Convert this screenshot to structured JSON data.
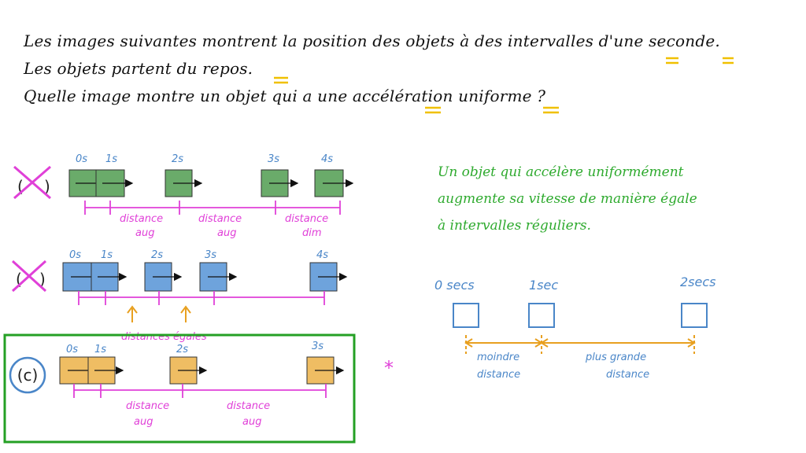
{
  "question": {
    "line1": "Les images suivantes montrent la position des objets à des intervalles d'une seconde.",
    "line2": "Les objets partent du repos.",
    "line3": "Quelle image montre un objet qui a une accélération uniforme ?"
  },
  "colors": {
    "green_fill": "#6aab6a",
    "blue_fill": "#6ea3dc",
    "orange_fill": "#efbd63",
    "magenta": "#e040d8",
    "blue_text": "#4a86c8",
    "orange": "#e8a020",
    "green_text": "#2eaa2e",
    "highlight": "#f0c000",
    "frame_green": "#24a024",
    "cross": "#e040d8"
  },
  "row_a": {
    "times": [
      "0s",
      "1s",
      "2s",
      "3s",
      "4s"
    ],
    "labels": [
      {
        "top": "distance",
        "bottom": "aug"
      },
      {
        "top": "distance",
        "bottom": "aug"
      },
      {
        "top": "distance",
        "bottom": "dim"
      }
    ]
  },
  "row_b": {
    "times": [
      "0s",
      "1s",
      "2s",
      "3s",
      "4s"
    ],
    "label": "distances égales"
  },
  "row_c": {
    "id": "(c)",
    "times": [
      "0s",
      "1s",
      "2s",
      "3s"
    ],
    "labels": [
      {
        "top": "distance",
        "bottom": "aug"
      },
      {
        "top": "distance",
        "bottom": "aug"
      }
    ],
    "star": "*"
  },
  "note": {
    "line1": "Un objet qui accélère uniformément",
    "line2": "augmente sa vitesse de manière égale",
    "line3": "à intervalles réguliers."
  },
  "example": {
    "times": [
      "0 secs",
      "1sec",
      "2secs"
    ],
    "left_label": {
      "top": "moindre",
      "bottom": "distance"
    },
    "right_label": {
      "top": "plus grande",
      "bottom": "distance"
    }
  }
}
